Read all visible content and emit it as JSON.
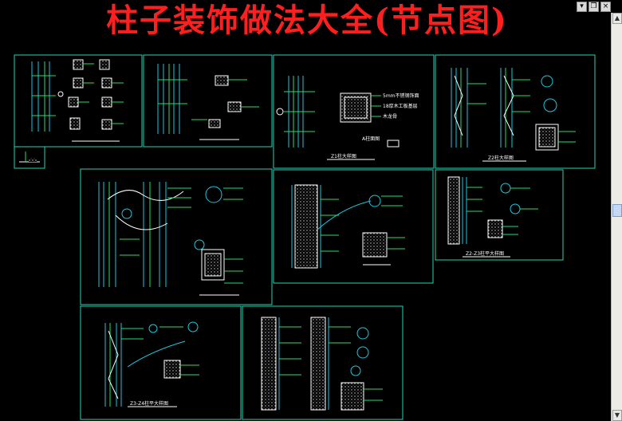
{
  "title": "柱子装饰做法大全(节点图)",
  "window": {
    "minimize_label": "▾",
    "restore_label": "❐",
    "close_label": "×"
  },
  "scrollbar": {
    "up_label": "▲",
    "down_label": "▼"
  },
  "sheets": {
    "s3_title": "Z1柱大样图",
    "s3_note": "A柱面图",
    "s3_callouts": [
      "5mm不锈钢饰面",
      "18厚木工板基层",
      "木龙骨"
    ],
    "s4_title": "Z2柱大样图",
    "s7_title": "Z2-Z3柱平大样图",
    "s8_title": "Z3-Z4柱平大样图"
  },
  "colors": {
    "accent": "#ff1f1f",
    "frame": "#1fd6b4",
    "line_green": "#21e06b",
    "line_cyan": "#19c9e0"
  }
}
